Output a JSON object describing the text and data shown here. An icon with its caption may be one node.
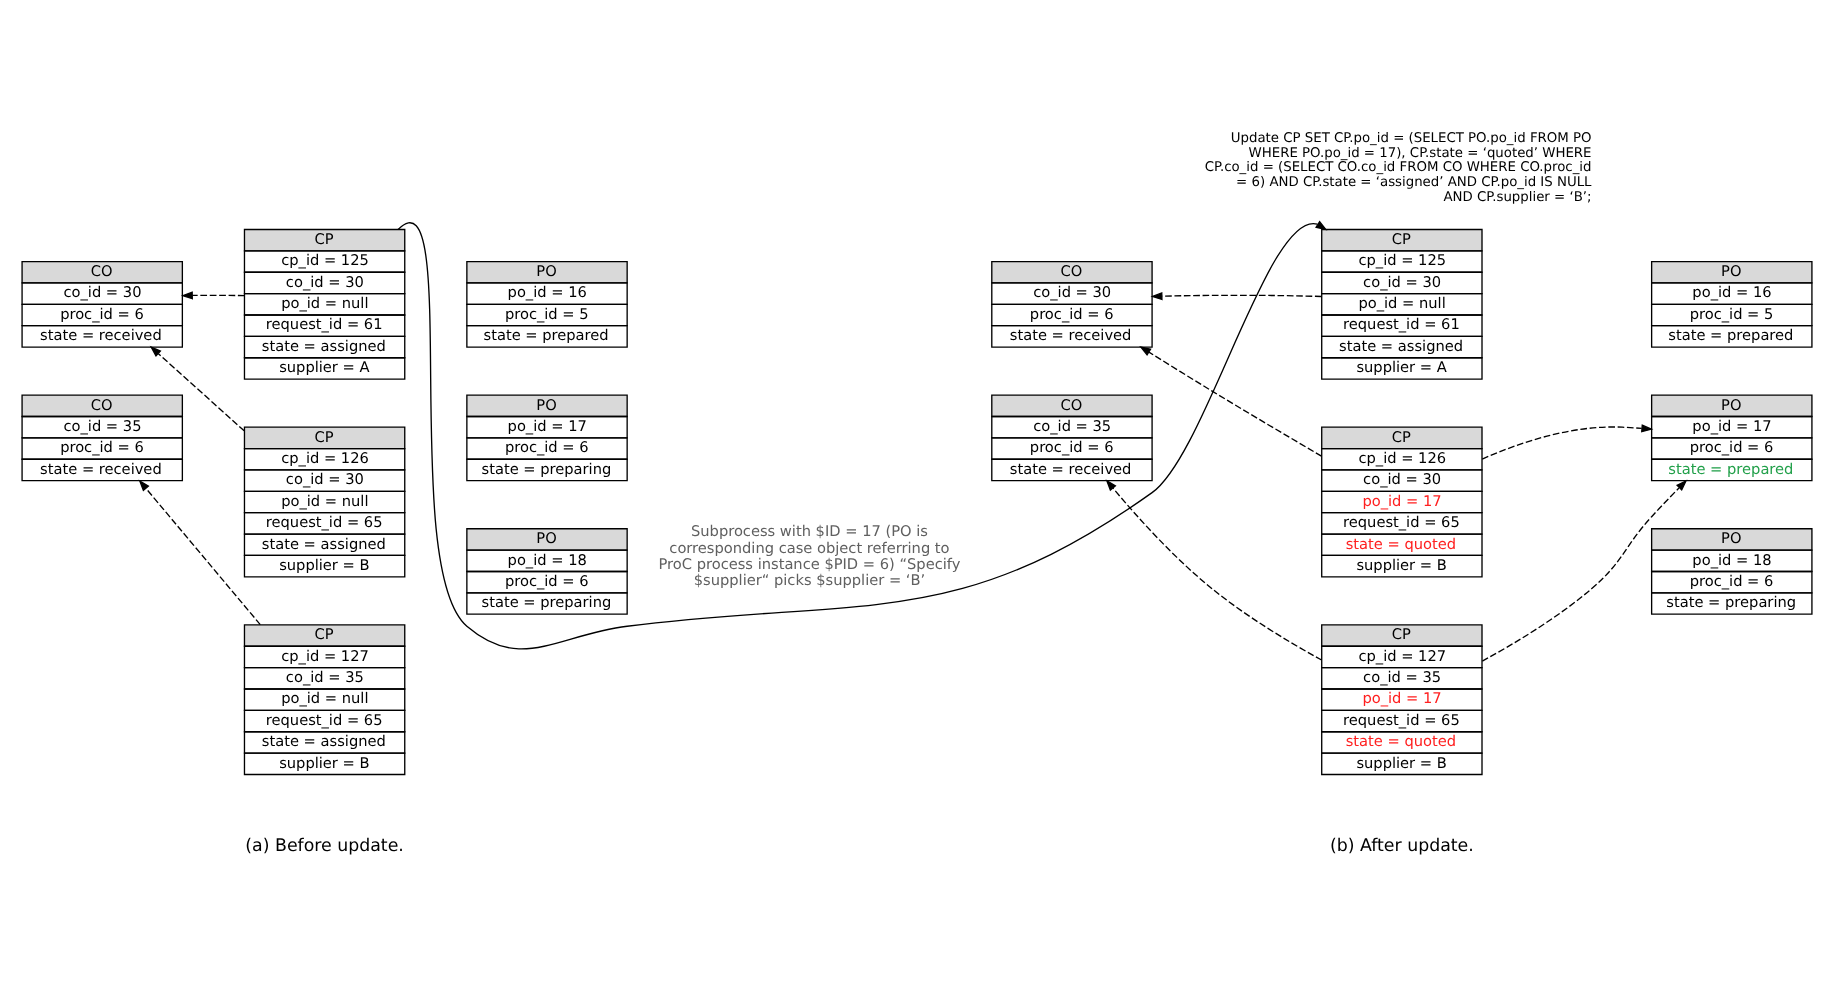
{
  "diagram": {
    "nodes": [
      {
        "text": [
          "CO",
          "co_id = 30",
          "proc_id = 6",
          "state = received"
        ]
      },
      {
        "text": [
          "CO",
          "co_id = 35",
          "proc_id = 6",
          "state = received"
        ]
      },
      {
        "text": [
          "CP",
          "cp_id = 125",
          "co_id = 30",
          "po_id = null",
          "request_id = 61",
          "state = assigned",
          "supplier = A"
        ]
      },
      {
        "text": [
          "CP",
          "cp_id = 126",
          "co_id = 30",
          "po_id = null",
          "request_id = 65",
          "state = assigned",
          "supplier = B"
        ]
      },
      {
        "text": [
          "CP",
          "cp_id = 127",
          "co_id = 35",
          "po_id = null",
          "request_id = 65",
          "state = assigned",
          "supplier = B"
        ]
      },
      {
        "text": [
          "PO",
          "po_id = 16",
          "proc_id = 5",
          "state = prepared"
        ]
      },
      {
        "text": [
          "PO",
          "po_id = 17",
          "proc_id = 6",
          "state = preparing"
        ]
      },
      {
        "text": [
          "PO",
          "po_id = 18",
          "proc_id = 6",
          "state = preparing"
        ]
      },
      {
        "text": [
          "CO",
          "co_id = 30",
          "proc_id = 6",
          "state = received"
        ]
      },
      {
        "text": [
          "CO",
          "co_id = 35",
          "proc_id = 6",
          "state = received"
        ]
      },
      {
        "text": [
          "CP",
          "cp_id = 125",
          "co_id = 30",
          "po_id = null",
          "request_id = 61",
          "state = assigned",
          "supplier = A"
        ]
      },
      {
        "text": [
          "CP",
          "cp_id = 126",
          "co_id = 30",
          "po_id = 17",
          "request_id = 65",
          "state = quoted",
          "supplier = B"
        ]
      },
      {
        "text": [
          "CP",
          "cp_id = 127",
          "co_id = 35",
          "po_id = 17",
          "request_id = 65",
          "state = quoted",
          "supplier = B"
        ]
      },
      {
        "text": [
          "PO",
          "po_id = 16",
          "proc_id = 5",
          "state = prepared"
        ]
      },
      {
        "text": [
          "PO",
          "po_id = 17",
          "proc_id = 6",
          "state = prepared"
        ]
      },
      {
        "text": [
          "PO",
          "po_id = 18",
          "proc_id = 6",
          "state = preparing"
        ]
      }
    ],
    "edges": [
      {
        "from": 2,
        "to": 0,
        "arrow": "to",
        "style": "dashed"
      },
      {
        "from": 3,
        "to": 0,
        "arrow": "to",
        "style": "dashed"
      },
      {
        "from": 4,
        "to": 1,
        "arrow": "to",
        "style": "dashed"
      },
      {
        "from": 2,
        "to": 10,
        "arrow": "to",
        "label": "Subprocess with $ID = 17 (PO is corresponding case object referring to ProC process instance $PID = 6) “Specify $supplier“ picks $supplier = ‘B’"
      },
      {
        "from": 10,
        "to": 8,
        "arrow": "to",
        "style": "dashed"
      },
      {
        "from": 11,
        "to": 8,
        "arrow": "to",
        "style": "dashed"
      },
      {
        "from": 12,
        "to": 9,
        "arrow": "to",
        "style": "dashed"
      },
      {
        "from": 11,
        "to": 14,
        "arrow": "to",
        "style": "dashed"
      },
      {
        "from": 12,
        "to": 14,
        "arrow": "to",
        "style": "dashed"
      }
    ],
    "labels": [
      "Update CP SET CP.po_id = (SELECT PO.po_id FROM PO WHERE PO.po_id = 17), CP.state = ‘quoted’ WHERE CP.co_id = (SELECT CO.co_id FROM CO WHERE CO.proc_id = 6) AND CP.state = ‘assigned’ AND CP.po_id IS NULL AND CP.supplier = ‘B’;",
      "(a) Before update.",
      "(b) After update."
    ]
  }
}
